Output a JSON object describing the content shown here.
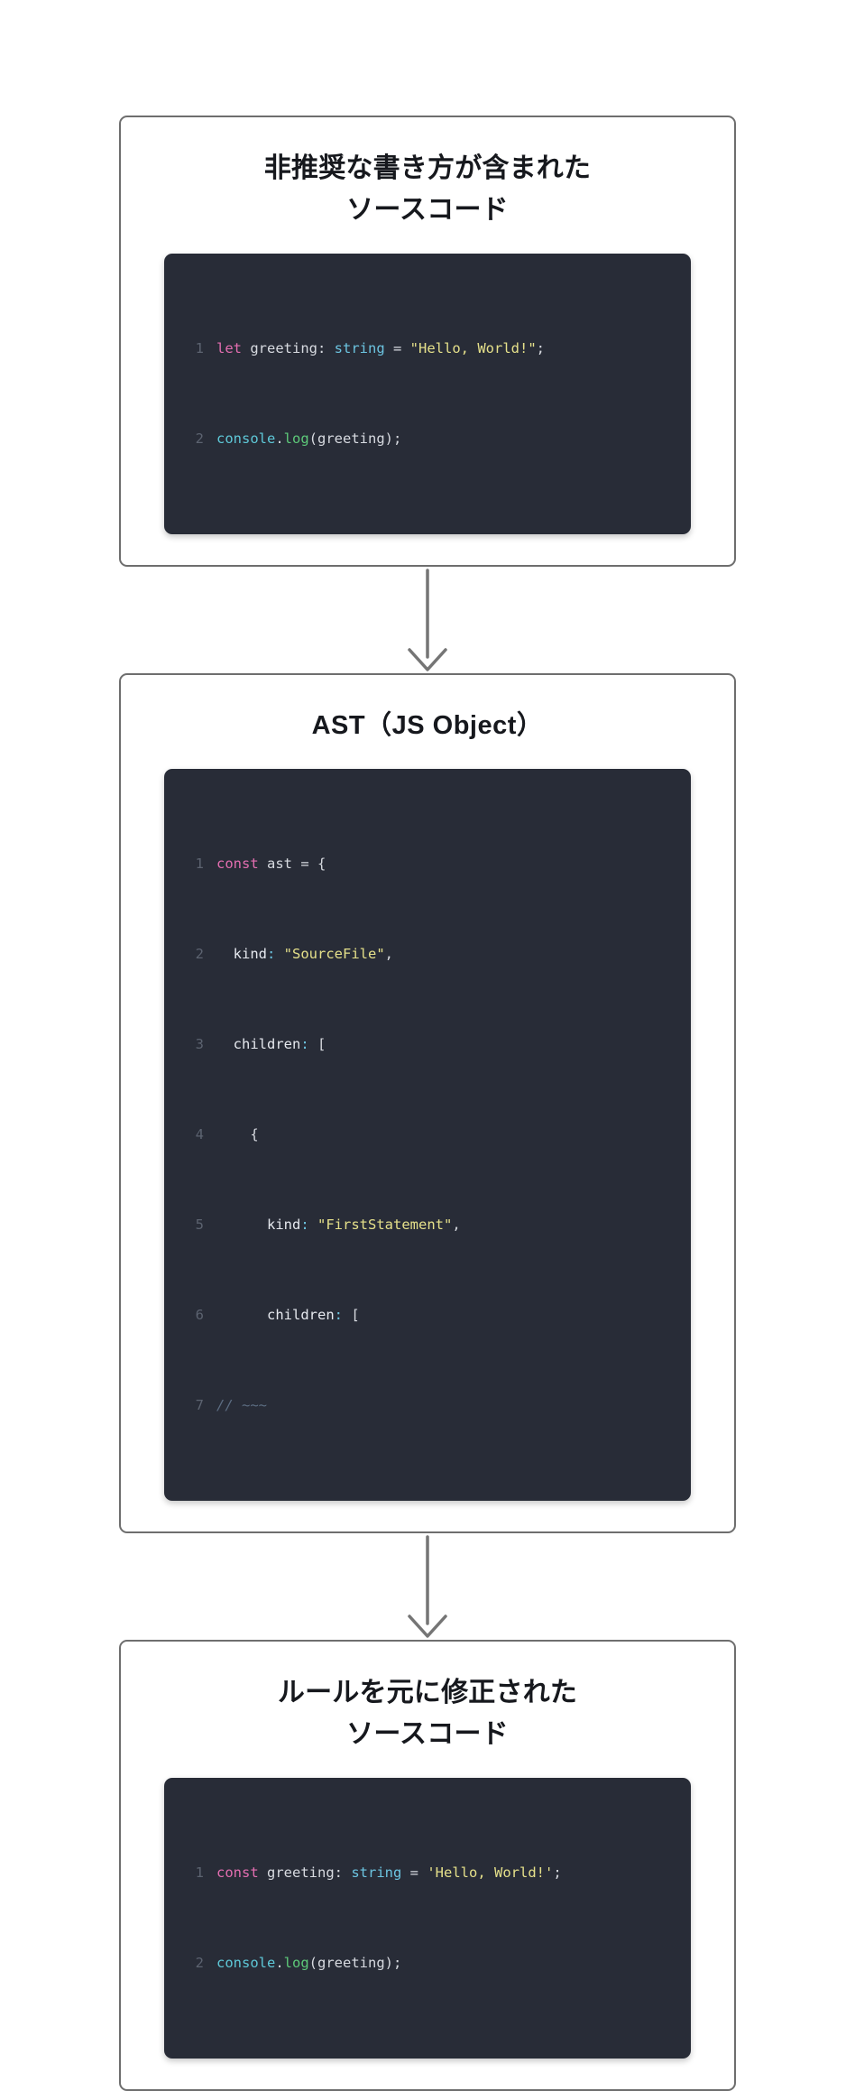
{
  "page": {
    "background": "#ffffff",
    "accent_border": "#6e6e6e",
    "code_background": "#282c37",
    "title_color": "#16181d"
  },
  "diagram": {
    "type": "vertical-flow",
    "steps": [
      {
        "id": "source-with-deprecated",
        "title": "非推奨な書き方が含まれた\nソースコード",
        "code": {
          "language": "typescript",
          "lines": [
            {
              "number": "1",
              "text": "let greeting: string = \"Hello, World!\";"
            },
            {
              "number": "2",
              "text": "console.log(greeting);"
            }
          ]
        }
      },
      {
        "id": "ast-js-object",
        "title": "AST（JS Object）",
        "code": {
          "language": "javascript",
          "lines": [
            {
              "number": "1",
              "text": "const ast = {"
            },
            {
              "number": "2",
              "text": "  kind: \"SourceFile\","
            },
            {
              "number": "3",
              "text": "  children: ["
            },
            {
              "number": "4",
              "text": "    {"
            },
            {
              "number": "5",
              "text": "      kind: \"FirstStatement\","
            },
            {
              "number": "6",
              "text": "      children: ["
            },
            {
              "number": "7",
              "text": "// ~~~"
            }
          ]
        }
      },
      {
        "id": "fixed-source",
        "title": "ルールを元に修正された\nソースコード",
        "code": {
          "language": "typescript",
          "lines": [
            {
              "number": "1",
              "text": "const greeting: string = 'Hello, World!';"
            },
            {
              "number": "2",
              "text": "console.log(greeting);"
            }
          ]
        }
      }
    ],
    "connectors": [
      {
        "id": "arrow-1",
        "from": "source-with-deprecated",
        "to": "ast-js-object",
        "icon": "down-arrow-icon",
        "color": "#6e6e6e"
      },
      {
        "id": "arrow-2",
        "from": "ast-js-object",
        "to": "fixed-source",
        "icon": "down-arrow-icon",
        "color": "#6e6e6e"
      }
    ]
  },
  "tokens": {
    "let": "let",
    "const": "const",
    "greeting": " greeting",
    "colon_space": ": ",
    "string_type": "string",
    "eq": " = ",
    "str_double_hello": "\"Hello, World!\"",
    "str_single_hello": "'Hello, World!'",
    "semi": ";",
    "console": "console",
    "dot": ".",
    "log": "log",
    "call_greeting": "(greeting);",
    "ast_decl": " ast = {",
    "kind_key": "  kind",
    "kind_colon": ":",
    "src_file": " \"SourceFile\"",
    "comma": ",",
    "children_key": "  children",
    "children_colon": ":",
    "bracket_open": " [",
    "brace_open": "    {",
    "kind_key_2": "      kind",
    "first_stmt": " \"FirstStatement\"",
    "children_key_2": "      children",
    "comment": "// ~~~"
  }
}
